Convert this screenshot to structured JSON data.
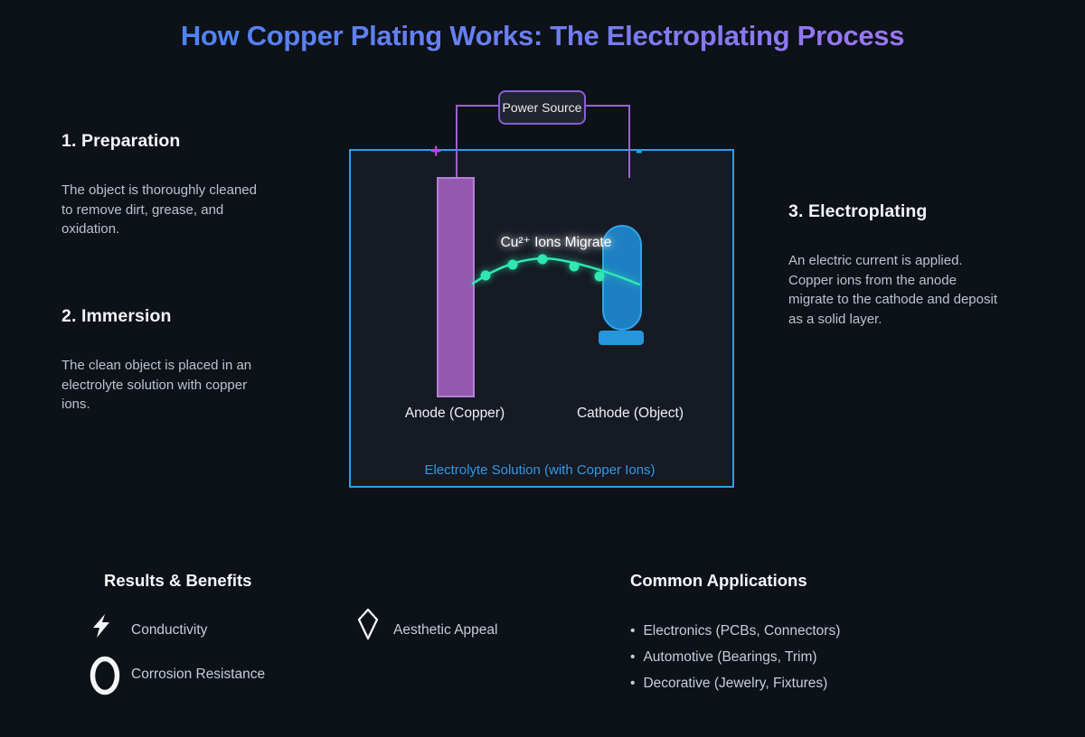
{
  "title": "How Copper Plating Works: The Electroplating Process",
  "steps": [
    {
      "heading": "1. Preparation",
      "body": "The object is thoroughly cleaned to remove dirt, grease, and oxidation."
    },
    {
      "heading": "2. Immersion",
      "body": "The clean object is placed in an electrolyte solution with copper ions."
    },
    {
      "heading": "3. Electroplating",
      "body": "An electric current is applied. Copper ions from the anode migrate to the cathode and deposit as a solid layer."
    }
  ],
  "diagram": {
    "power_source_label": "Power Source",
    "plus_label": "+",
    "minus_label": "-",
    "ions_label": "Cu²⁺ Ions Migrate",
    "anode_label": "Anode (Copper)",
    "cathode_label": "Cathode (Object)",
    "electrolyte_label": "Electrolyte Solution (with Copper Ions)"
  },
  "benefits": {
    "heading": "Results & Benefits",
    "items": [
      {
        "icon": "lightning-bolt-icon",
        "label": "Conductivity"
      },
      {
        "icon": "ring-icon",
        "label": "Corrosion Resistance"
      },
      {
        "icon": "gem-icon",
        "label": "Aesthetic Appeal"
      }
    ]
  },
  "applications": {
    "heading": "Common Applications",
    "bullet": "•",
    "items": [
      "Electronics (PCBs, Connectors)",
      "Automotive (Bearings, Trim)",
      "Decorative (Jewelry, Fixtures)"
    ]
  },
  "colors": {
    "background": "#0d1118",
    "title_gradient_start": "#4585f2",
    "title_gradient_end": "#a873f0",
    "tank_border": "#2e9ee8",
    "tank_fill": "#151a24",
    "anode_fill": "#9459ae",
    "anode_border": "#b77fd6",
    "cathode_fill": "#1d80c2",
    "cathode_border": "#2fa6e8",
    "wire": "#9a62d0",
    "plus_terminal": "#a84fe0",
    "minus_terminal": "#22a7e0",
    "ion_green": "#2fe8b0",
    "electrolyte_text": "#3598e0",
    "power_source_border": "#8a5cd8",
    "body_text": "#b9c3d0"
  }
}
